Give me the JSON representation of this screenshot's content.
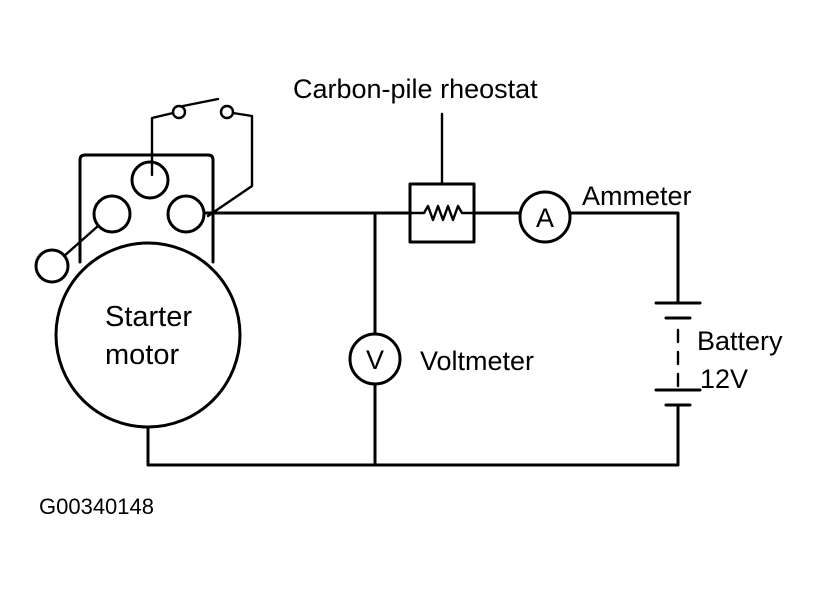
{
  "labels": {
    "rheostat": "Carbon-pile rheostat",
    "ammeter": "Ammeter",
    "ammeter_symbol": "A",
    "voltmeter": "Voltmeter",
    "voltmeter_symbol": "V",
    "battery": "Battery",
    "battery_voltage": "12V",
    "starter_line1": "Starter",
    "starter_line2": "motor",
    "figure_id": "G00340148"
  }
}
